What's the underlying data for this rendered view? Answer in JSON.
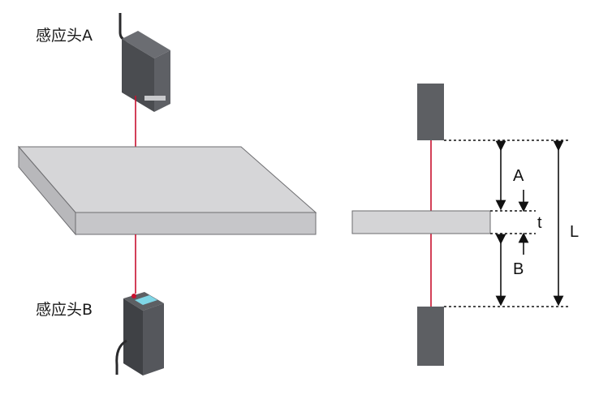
{
  "labels": {
    "sensor_a": "感应头A",
    "sensor_b": "感应头B"
  },
  "dimensions": {
    "a": "A",
    "t": "t",
    "b": "B",
    "l": "L"
  },
  "colors": {
    "laser": "#c8102e",
    "sensor_body": "#55575c",
    "plate_fill": "#d4d4d6",
    "plate_edge": "#6b6b6e",
    "block": "#5d5f63"
  },
  "icons": {
    "sensor_a": "laser-sensor-icon",
    "sensor_b": "laser-sensor-icon"
  }
}
